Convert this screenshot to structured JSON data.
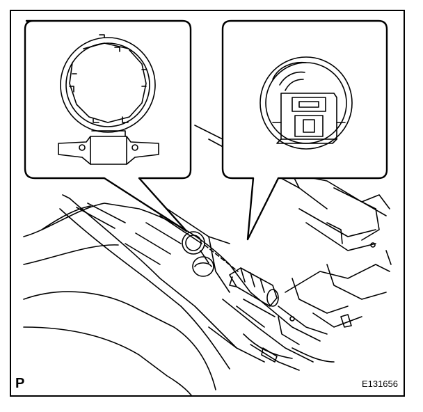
{
  "figure": {
    "view_letter": "P",
    "figure_code": "E131656"
  },
  "callouts": [
    {
      "name": "socket-rear-view",
      "subject": "lighter-socket-retaining-ring"
    },
    {
      "name": "socket-connector-view",
      "subject": "lighter-socket-connector"
    }
  ],
  "line_color": "#000000",
  "background": "#ffffff"
}
